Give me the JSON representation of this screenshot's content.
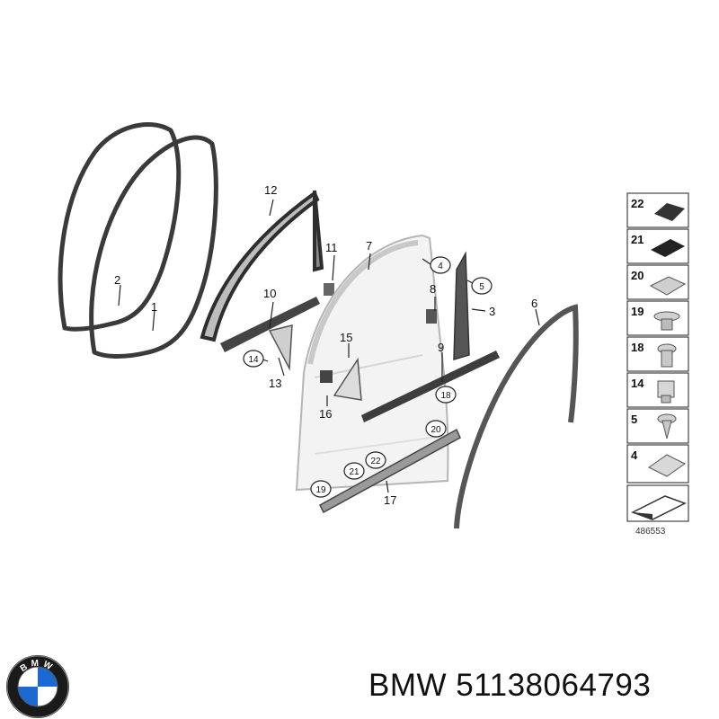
{
  "diagram": {
    "callouts": {
      "c1": "1",
      "c2": "2",
      "c3": "3",
      "c4": "4",
      "c5": "5",
      "c6": "6",
      "c7": "7",
      "c8": "8",
      "c9": "9",
      "c10": "10",
      "c11": "11",
      "c12": "12",
      "c13": "13",
      "c14": "14",
      "c15": "15",
      "c16": "16",
      "c17": "17",
      "c18": "18",
      "c19": "19",
      "c20": "20",
      "c21": "21",
      "c22": "22"
    },
    "parts_legend": [
      "22",
      "21",
      "20",
      "19",
      "18",
      "14",
      "5",
      "4"
    ],
    "reference_number": "486553"
  },
  "logo": {
    "text_top": "BMW",
    "colors": {
      "blue": "#1c69d4",
      "ring": "#1a1a1a",
      "white": "#ffffff"
    }
  },
  "caption": {
    "brand": "BMW",
    "part_number": "51138064793"
  }
}
